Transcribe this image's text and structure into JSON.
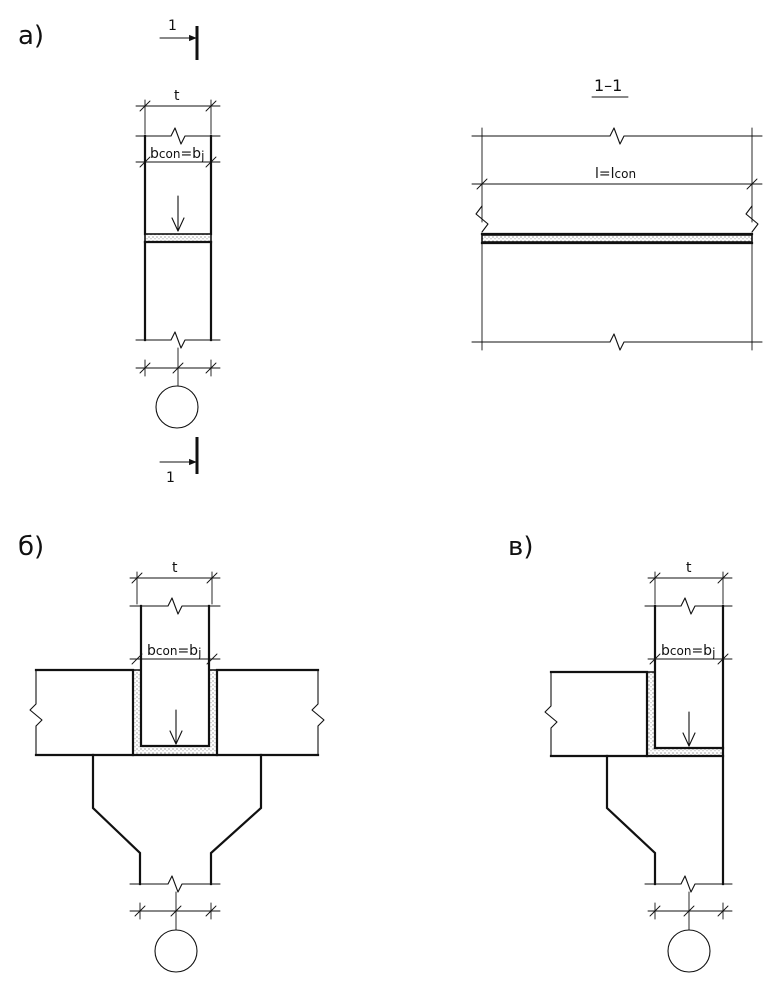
{
  "panels": {
    "a": {
      "label": "a)"
    },
    "b": {
      "label": "б)"
    },
    "v": {
      "label": "в)"
    }
  },
  "section": {
    "mark": "1",
    "title": "1–1"
  },
  "dimensions": {
    "t": "t",
    "b_main": "b",
    "b_sub": "con",
    "b_eq": "=b",
    "b_tail": "j",
    "l_main": "l=l",
    "l_sub": "con"
  }
}
